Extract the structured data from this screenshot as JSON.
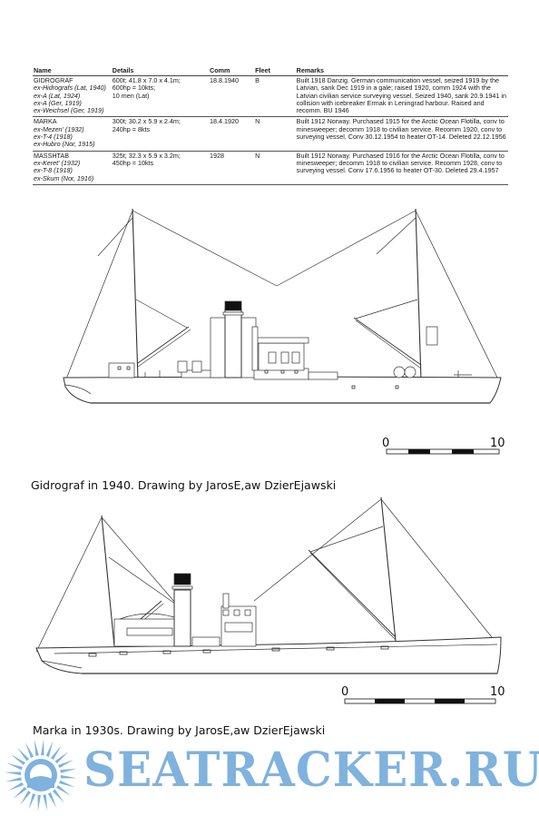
{
  "table": {
    "headers": [
      "Name",
      "Details",
      "Comm",
      "Fleet",
      "Remarks"
    ],
    "rows": [
      {
        "name": "GIDROGRAF",
        "aliases": [
          "ex-Hidrografs (Lat, 1940)",
          "ex-A (Lat, 1924)",
          "ex-A (Ger, 1919)",
          "ex-Weichsel (Ger, 1919)"
        ],
        "details": [
          "600t; 41.8 x 7.0 x 4.1m;",
          "600hp = 10kts;",
          "10 men (Lat)"
        ],
        "comm": "18.8.1940",
        "fleet": "B",
        "remarks": [
          "Built 1918 Danzig. German communication vessel, seized 1919 by the",
          "Latvian, sank Dec 1919 in a gale; raised 1920, comm 1924 with the",
          "Latvian civilian service surveying vessel. Seized 1940, sank 20.9.1941 in",
          "collision with icebreaker Ermak in Leningrad harbour. Raised and",
          "recomm. BU 1946"
        ]
      },
      {
        "name": "MARKA",
        "aliases": [
          "ex-Mezen' (1932)",
          "ex-T-4 (1918)",
          "ex-Hubro (Nor, 1915)"
        ],
        "details": [
          "300t; 30.2 x 5.9 x 2.4m;",
          "240hp = 8kts"
        ],
        "comm": "18.4.1920",
        "fleet": "N",
        "remarks": [
          "Built 1912 Norway. Purchased 1915 for the Arctic Ocean Flotilla, conv to",
          "minesweeper; decomm 1918 to civilian service. Recomm 1920, conv to",
          "surveying vessel. Conv 30.12.1954 to heater OT-14. Deleted 22.12.1956"
        ]
      },
      {
        "name": "MASSHTAB",
        "aliases": [
          "ex-Keret' (1932)",
          "ex-T-8 (1918)",
          "ex-Skum (Nor, 1916)"
        ],
        "details": [
          "325t; 32.3 x 5.9 x 3.2m;",
          "450hp = 10kts"
        ],
        "comm": "1928",
        "fleet": "N",
        "remarks": [
          "Built 1912 Norway. Purchased 1916 for the Arctic Ocean Flotilla, conv to",
          "minesweeper; decomm 1918 to civilian service. Recomm 1928, conv to",
          "surveying vessel. Conv 17.6.1956 to heater OT-30. Deleted 29.4.1957"
        ]
      }
    ]
  },
  "figure1": {
    "caption": "Gidrograf in 1940. Drawing by JarosE,aw DzierEjawski",
    "scale_start": "0",
    "scale_end": "10"
  },
  "figure2": {
    "caption": "Marka in 1930s. Drawing by JarosE,aw DzierEjawski",
    "scale_start": "0",
    "scale_end": "10"
  },
  "watermark": {
    "text": "SEATRACKER.RU"
  }
}
